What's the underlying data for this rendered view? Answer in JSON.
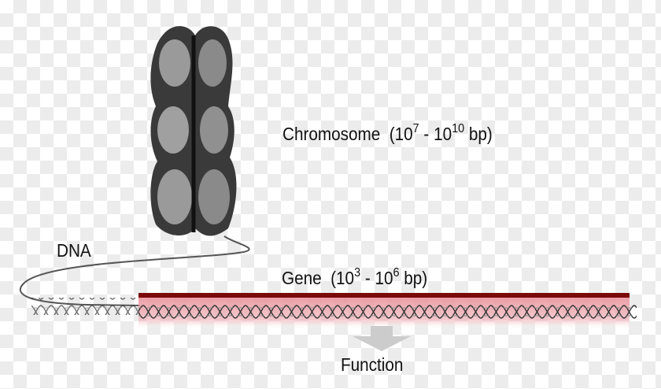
{
  "labels": {
    "chromosome": {
      "name": "Chromosome",
      "open": "(10",
      "exp1": "7",
      "mid": " - 10",
      "exp2": "10",
      "close": " bp)"
    },
    "gene": {
      "name": "Gene",
      "open": "(10",
      "exp1": "3",
      "mid": " - 10",
      "exp2": "6",
      "close": " bp)"
    },
    "dna": "DNA",
    "function": "Function"
  },
  "colors": {
    "gene_bar": "#7a0a0a",
    "gene_highlight": "#f0a0a8",
    "arrow": "#cccccc",
    "chromosome": "#555555"
  }
}
